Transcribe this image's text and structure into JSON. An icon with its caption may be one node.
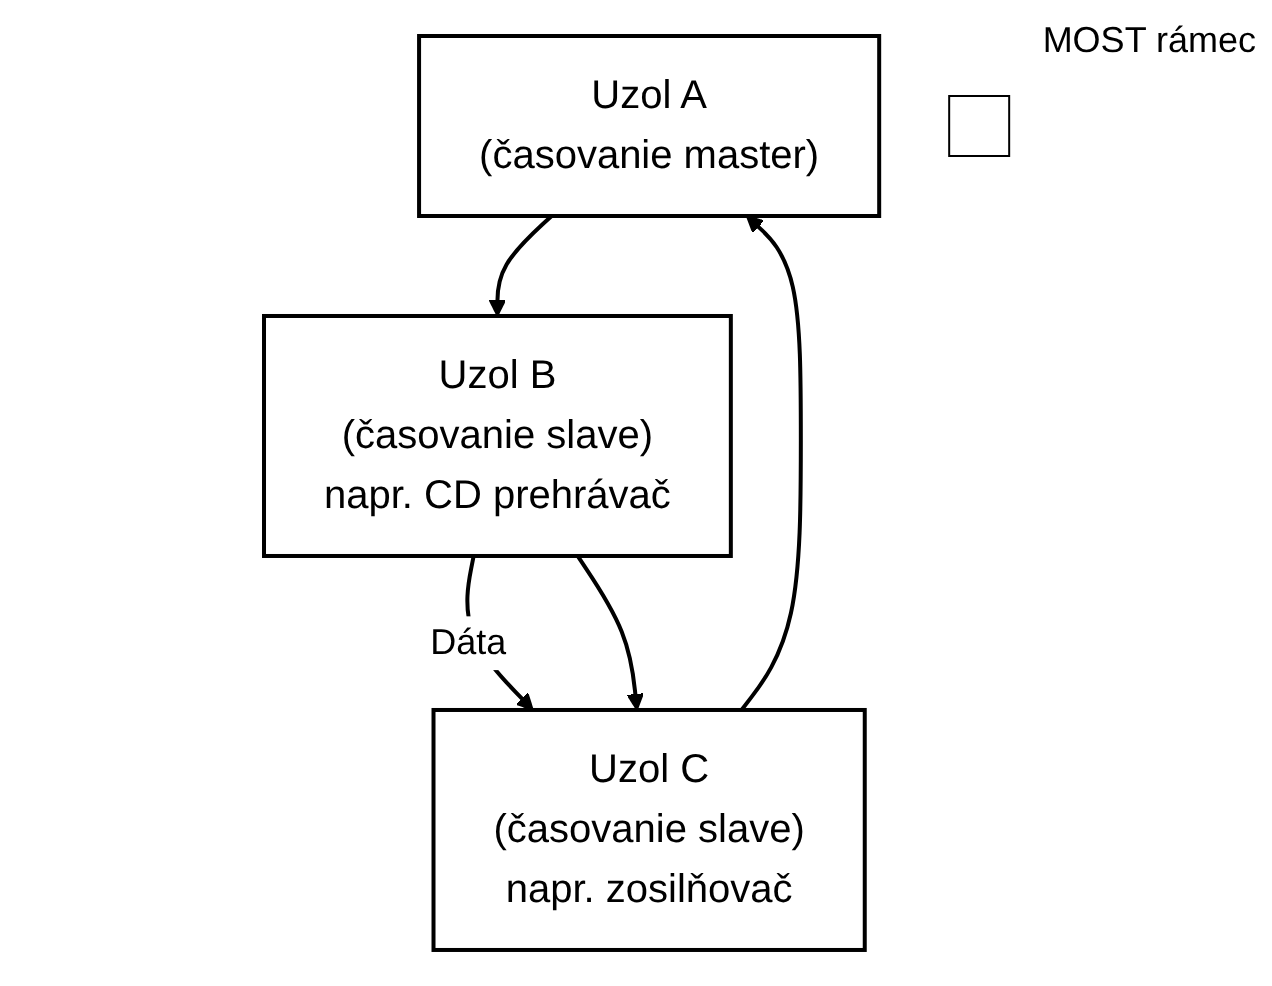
{
  "diagram": {
    "nodes": [
      {
        "text": [
          "Uzol A",
          "(časovanie master)"
        ]
      },
      {
        "text": [
          "Uzol B",
          "(časovanie slave)",
          "napr. CD prehrávač"
        ]
      },
      {
        "text": [
          "Uzol C",
          "(časovanie slave)",
          "napr. zosilňovač"
        ]
      },
      {
        "text": [],
        "shape": "box",
        "beside": [
          "MOST rámec"
        ]
      }
    ],
    "edges": [
      {
        "from": 0,
        "to": 1,
        "arrow": "to"
      },
      {
        "from": 1,
        "to": 2,
        "arrow": "to",
        "label": "Dáta"
      },
      {
        "from": 1,
        "to": 2,
        "arrow": "to"
      },
      {
        "from": 2,
        "to": 0,
        "arrow": "to"
      }
    ]
  }
}
